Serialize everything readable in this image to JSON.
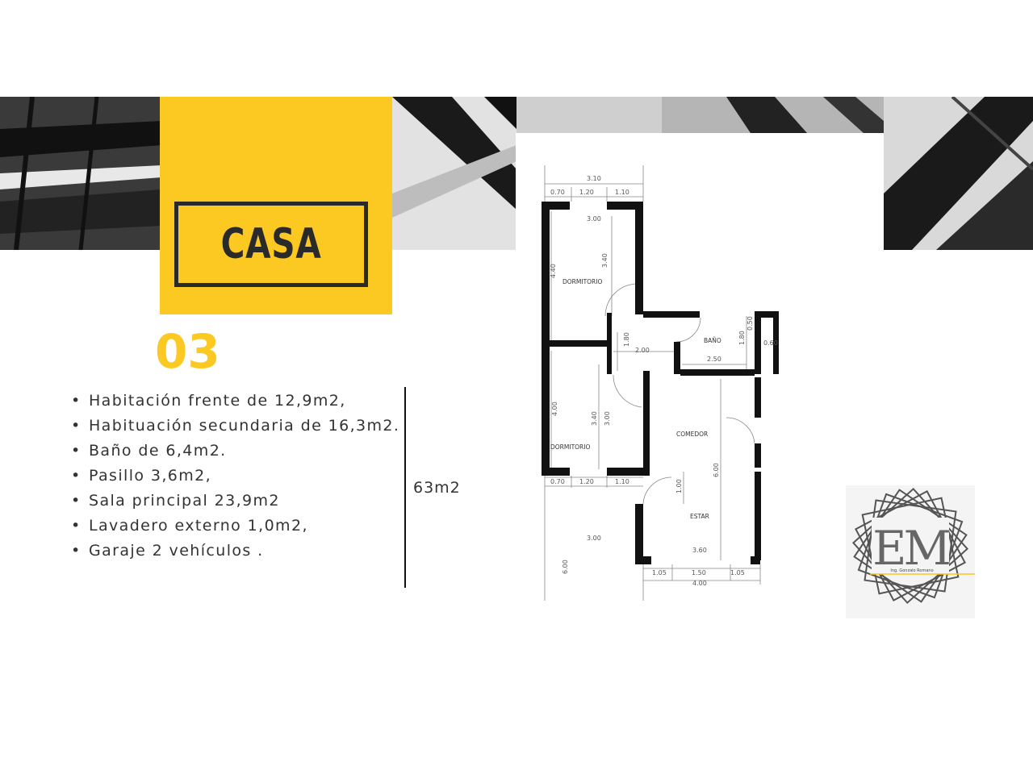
{
  "slide": {
    "title": "CASA",
    "number": "03",
    "total_area": "63m2",
    "features": [
      "Habitación frente de 12,9m2,",
      "Habituación secundaria de 16,3m2.",
      "Baño de 6,4m2.",
      "Pasillo 3,6m2,",
      "Sala principal 23,9m2",
      "Lavadero externo 1,0m2,",
      "Garaje 2 vehículos ."
    ]
  },
  "plan": {
    "rooms": [
      "DORMITORIO",
      "DORMITORIO",
      "BAÑO",
      "COMEDOR",
      "ESTAR"
    ],
    "dimensions": [
      "3.10",
      "0.70",
      "1.20",
      "1.10",
      "3.00",
      "4.40",
      "3.40",
      "2.00",
      "1.80",
      "2.50",
      "0.60",
      "1.80",
      "0.50",
      "4.00",
      "3.40",
      "3.00",
      "0.70",
      "1.20",
      "1.10",
      "1.00",
      "6.00",
      "3.00",
      "6.00",
      "3.60",
      "1.05",
      "1.50",
      "1.05",
      "4.00"
    ]
  },
  "logo": {
    "monogram": "EM",
    "caption": "Ing. Gonzalo Romano"
  },
  "colors": {
    "accent": "#fcc822",
    "dark": "#2a2a2a"
  }
}
